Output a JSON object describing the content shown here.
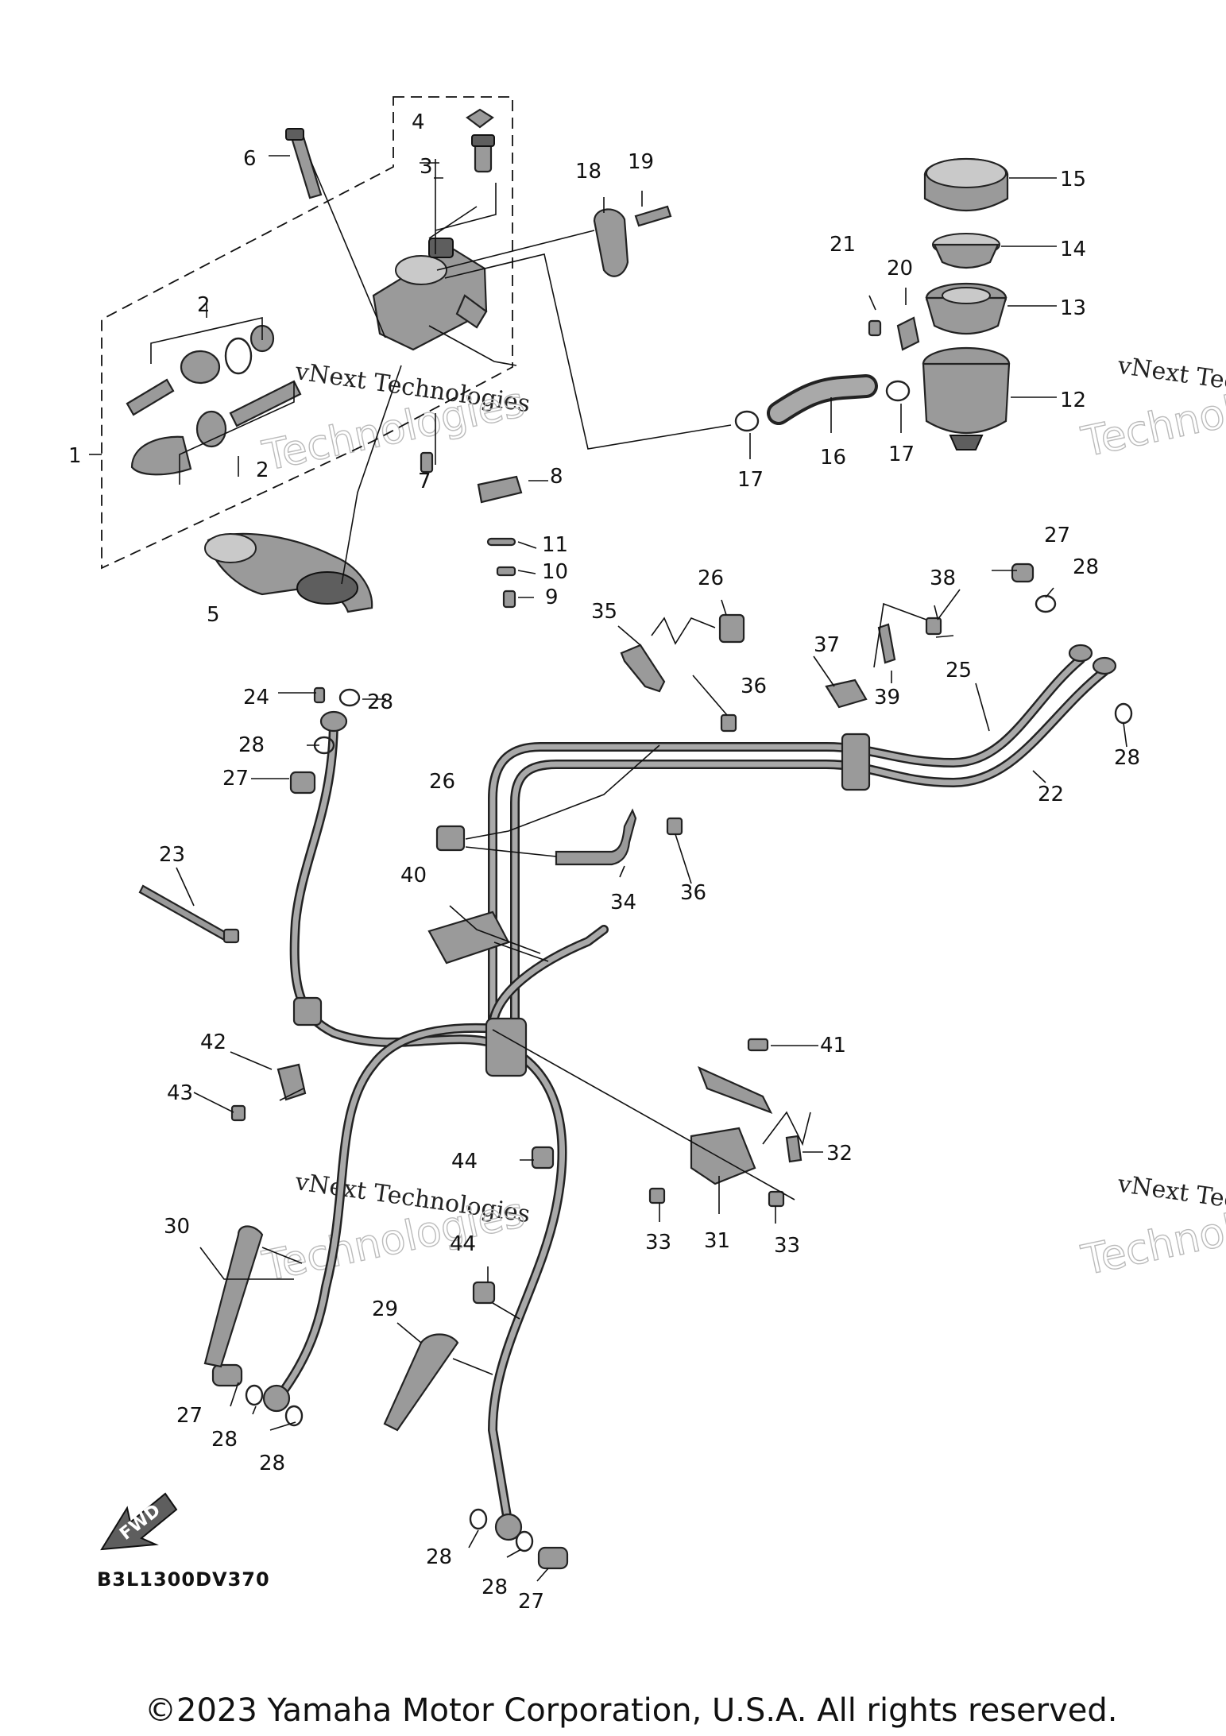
{
  "diagram": {
    "code": "B3L1300DV370",
    "fwd_label": "FWD",
    "watermark": {
      "line1": "vNext Technologies",
      "line2": "Technologies"
    },
    "callouts": [
      {
        "id": "c1",
        "text": "1"
      },
      {
        "id": "c2a",
        "text": "2"
      },
      {
        "id": "c2b",
        "text": "2"
      },
      {
        "id": "c3",
        "text": "3"
      },
      {
        "id": "c4",
        "text": "4"
      },
      {
        "id": "c5",
        "text": "5"
      },
      {
        "id": "c6",
        "text": "6"
      },
      {
        "id": "c7",
        "text": "7"
      },
      {
        "id": "c8",
        "text": "8"
      },
      {
        "id": "c9",
        "text": "9"
      },
      {
        "id": "c10",
        "text": "10"
      },
      {
        "id": "c11",
        "text": "11"
      },
      {
        "id": "c12",
        "text": "12"
      },
      {
        "id": "c13",
        "text": "13"
      },
      {
        "id": "c14",
        "text": "14"
      },
      {
        "id": "c15",
        "text": "15"
      },
      {
        "id": "c16",
        "text": "16"
      },
      {
        "id": "c17a",
        "text": "17"
      },
      {
        "id": "c17b",
        "text": "17"
      },
      {
        "id": "c18",
        "text": "18"
      },
      {
        "id": "c19",
        "text": "19"
      },
      {
        "id": "c20",
        "text": "20"
      },
      {
        "id": "c21",
        "text": "21"
      },
      {
        "id": "c22",
        "text": "22"
      },
      {
        "id": "c23",
        "text": "23"
      },
      {
        "id": "c24",
        "text": "24"
      },
      {
        "id": "c25",
        "text": "25"
      },
      {
        "id": "c26a",
        "text": "26"
      },
      {
        "id": "c26b",
        "text": "26"
      },
      {
        "id": "c27a",
        "text": "27"
      },
      {
        "id": "c27b",
        "text": "27"
      },
      {
        "id": "c27c",
        "text": "27"
      },
      {
        "id": "c27d",
        "text": "27"
      },
      {
        "id": "c28a",
        "text": "28"
      },
      {
        "id": "c28b",
        "text": "28"
      },
      {
        "id": "c28c",
        "text": "28"
      },
      {
        "id": "c28d",
        "text": "28"
      },
      {
        "id": "c28e",
        "text": "28"
      },
      {
        "id": "c28f",
        "text": "28"
      },
      {
        "id": "c28g",
        "text": "28"
      },
      {
        "id": "c28h",
        "text": "28"
      },
      {
        "id": "c29",
        "text": "29"
      },
      {
        "id": "c30",
        "text": "30"
      },
      {
        "id": "c31",
        "text": "31"
      },
      {
        "id": "c32",
        "text": "32"
      },
      {
        "id": "c33a",
        "text": "33"
      },
      {
        "id": "c33b",
        "text": "33"
      },
      {
        "id": "c34",
        "text": "34"
      },
      {
        "id": "c35",
        "text": "35"
      },
      {
        "id": "c36a",
        "text": "36"
      },
      {
        "id": "c36b",
        "text": "36"
      },
      {
        "id": "c37",
        "text": "37"
      },
      {
        "id": "c38",
        "text": "38"
      },
      {
        "id": "c39",
        "text": "39"
      },
      {
        "id": "c40",
        "text": "40"
      },
      {
        "id": "c41",
        "text": "41"
      },
      {
        "id": "c42",
        "text": "42"
      },
      {
        "id": "c43",
        "text": "43"
      },
      {
        "id": "c44a",
        "text": "44"
      },
      {
        "id": "c44b",
        "text": "44"
      }
    ]
  },
  "copyright": "©2023 Yamaha Motor Corporation, U.S.A. All rights reserved."
}
